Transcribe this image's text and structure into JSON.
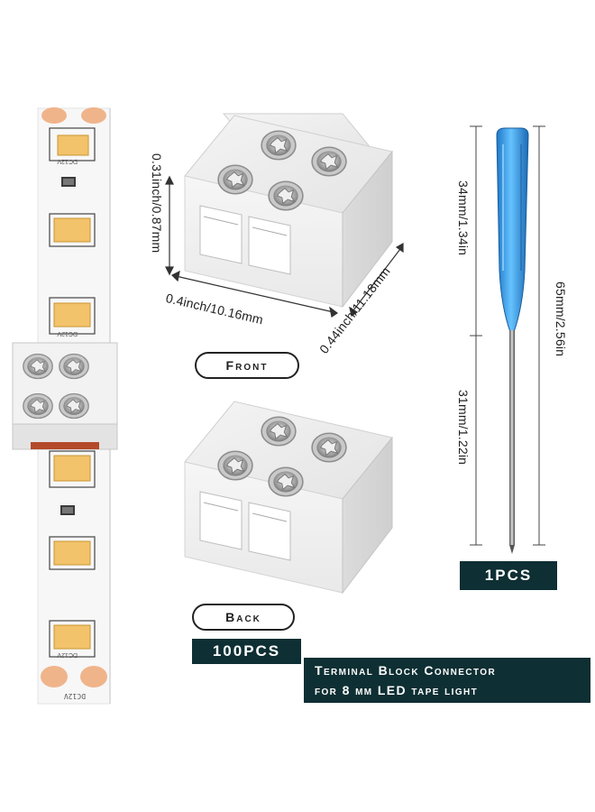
{
  "labels": {
    "height": "0.31inch/0.87mm",
    "width": "0.4inch/10.16mm",
    "depth": "0.44inch/11.18mm",
    "handle_len": "34mm/1.34in",
    "total_len": "65mm/2.56in",
    "shaft_len": "31mm/1.22in"
  },
  "views": {
    "front": "Front",
    "back": "Back"
  },
  "badges": {
    "connectors_qty": "100PCS",
    "screwdriver_qty": "1PCS"
  },
  "title": {
    "line1": "Terminal Block Connector",
    "line2": "for 8 mm LED tape light"
  },
  "strip": {
    "chip_label": "DC12V"
  },
  "colors": {
    "badge_bg": "#0e2f33",
    "screwdriver_handle": "#3aa0ea",
    "led_chip": "#f2c36b",
    "solder_pad": "#f0b48b"
  }
}
